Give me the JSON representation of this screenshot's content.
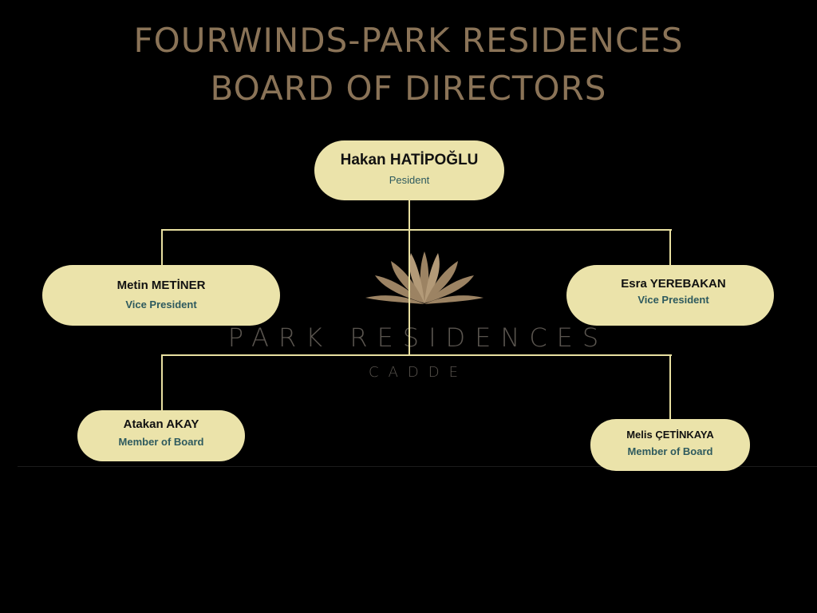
{
  "title": {
    "line1": "FOURWINDS-PARK RESIDENCES",
    "line2": "BOARD OF DIRECTORS"
  },
  "logo": {
    "name": "PARK RESIDENCES",
    "sub": "CADDE"
  },
  "colors": {
    "title": "#8a7357",
    "pill": "#ebe3aa",
    "role": "#2e5a5e",
    "line": "#e8dfa0"
  },
  "members": [
    {
      "name": "Hakan HATİPOĞLU",
      "role": "Pesident"
    },
    {
      "name": "Metin METİNER",
      "role": "Vice President"
    },
    {
      "name": "Esra YEREBAKAN",
      "role": "Vice President"
    },
    {
      "name": "Atakan AKAY",
      "role": "Member of Board"
    },
    {
      "name": "Melis ÇETİNKAYA",
      "role": "Member of Board"
    }
  ]
}
